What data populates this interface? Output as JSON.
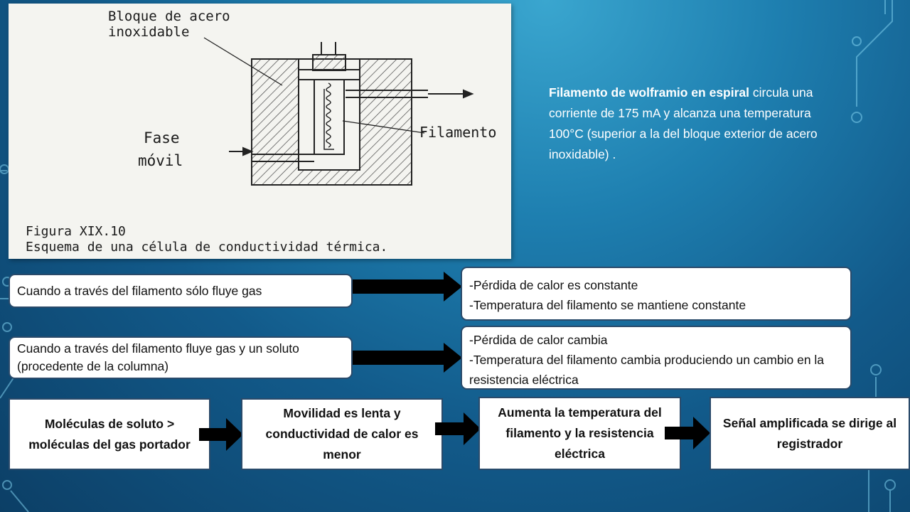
{
  "figure": {
    "label_block": [
      "Bloque de acero",
      "inoxidable"
    ],
    "label_phase": [
      "Fase",
      "móvil"
    ],
    "label_filament": "Filamento",
    "caption_title": "Figura XIX.10",
    "caption_text": "Esquema de una célula de conductividad térmica."
  },
  "description": {
    "bold": "Filamento de wolframio en espiral",
    "rest": " circula una corriente de 175 mA y alcanza una temperatura 100°C (superior a la del bloque exterior de acero inoxidable) ."
  },
  "rows": [
    {
      "condition": "Cuando a través del filamento sólo fluye gas",
      "effects": [
        "-Pérdida de calor es constante",
        "-Temperatura del filamento se mantiene constante"
      ]
    },
    {
      "condition": "Cuando a través del filamento fluye gas y un soluto (procedente de la columna)",
      "effects": [
        "-Pérdida de calor cambia",
        "-Temperatura del filamento cambia produciendo un cambio en la resistencia eléctrica"
      ]
    }
  ],
  "flow": [
    "Moléculas de soluto > moléculas del gas portador",
    "Movilidad es lenta y conductividad de calor es menor",
    "Aumenta la temperatura del filamento y la resistencia eléctrica",
    "Señal amplificada se dirige al registrador"
  ]
}
